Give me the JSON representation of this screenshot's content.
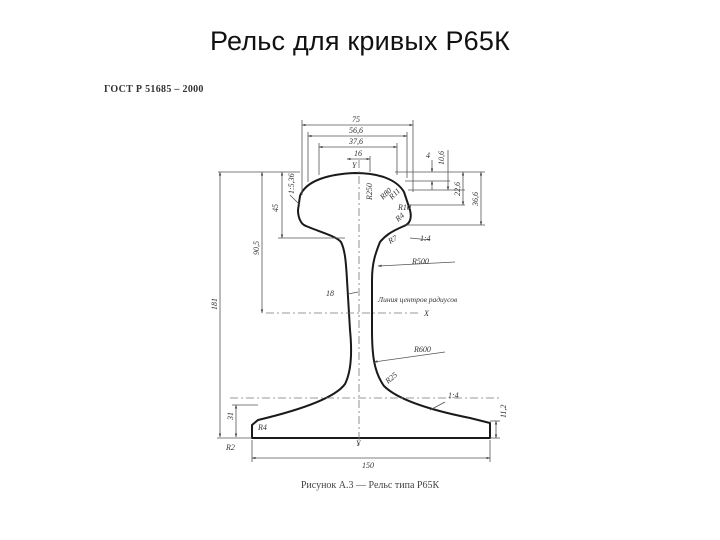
{
  "slide": {
    "title": "Рельс для кривых Р65К",
    "standard": "ГОСТ Р 51685 – 2000",
    "caption": "Рисунок А.3 — Рельс типа Р65К"
  },
  "drawing": {
    "subject": "rail-cross-section-P65K",
    "line_color": "#1a1a1a",
    "dim_color": "#555555",
    "dimensions": {
      "head_width_total": "75",
      "head_width_1": "56,6",
      "head_width_2": "37,6",
      "head_offset": "16",
      "slope_head": "1:5,36",
      "head_height": "45",
      "neck_height": "90,5",
      "total_height": "181",
      "top_step": "4",
      "head_depth_1": "10,6",
      "head_depth_2": "22,6",
      "head_depth_3": "36,6",
      "radius_crown": "R250",
      "radius_1": "R80",
      "radius_2": "R11",
      "radius_3": "R10",
      "radius_4": "R4",
      "radius_underhead": "R7",
      "slope_underhead": "1:4",
      "radius_web": "R500",
      "web_angle": "18",
      "centers_line": "Линия центров радиусов",
      "radius_web_lower": "R600",
      "radius_fillet_lower": "R25",
      "slope_base": "1:4",
      "base_edge": "11,2",
      "base_left_height": "31",
      "radius_base_edge": "R4",
      "radius_base_corner": "R2",
      "base_width": "150",
      "axis_y_label": "Y",
      "axis_x_label": "X"
    }
  }
}
